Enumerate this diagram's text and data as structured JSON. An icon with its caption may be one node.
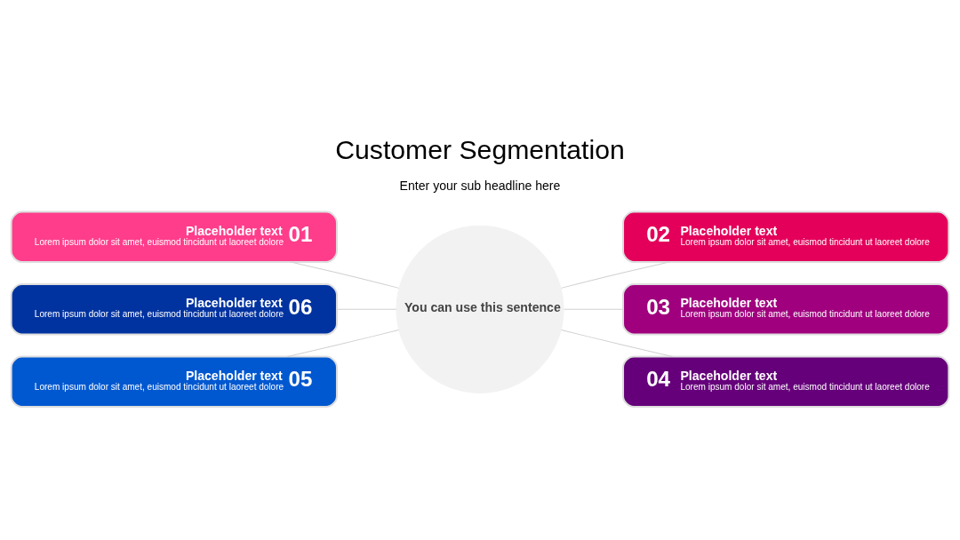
{
  "diagram": {
    "title": "Customer Segmentation",
    "nodes": [
      {
        "text": [
          "Placeholder text",
          "Lorem ipsum dolor sit amet, euismod tincidunt ut laoreet dolore",
          "01"
        ]
      },
      {
        "text": [
          "Placeholder text",
          "Lorem ipsum dolor sit amet, euismod tincidunt ut laoreet dolore",
          "02"
        ]
      },
      {
        "text": [
          "Placeholder text",
          "Lorem ipsum dolor sit amet, euismod tincidunt ut laoreet dolore",
          "06"
        ]
      },
      {
        "text": [
          "You can use this sentence"
        ]
      },
      {
        "text": [
          "Placeholder text",
          "Lorem ipsum dolor sit amet, euismod tincidunt ut laoreet dolore",
          "03"
        ]
      },
      {
        "text": [
          "Placeholder text",
          "Lorem ipsum dolor sit amet, euismod tincidunt ut laoreet dolore",
          "05"
        ]
      },
      {
        "text": [
          "Placeholder text",
          "Lorem ipsum dolor sit amet, euismod tincidunt ut laoreet dolore",
          "04"
        ]
      }
    ],
    "edges": [
      {
        "from": 0,
        "to": 3,
        "arrow": "none"
      },
      {
        "from": 3,
        "to": 1,
        "arrow": "none"
      },
      {
        "from": 2,
        "to": 3,
        "arrow": "none"
      },
      {
        "from": 3,
        "to": 4,
        "arrow": "none"
      },
      {
        "from": 5,
        "to": 3,
        "arrow": "none"
      },
      {
        "from": 3,
        "to": 6,
        "arrow": "none"
      }
    ],
    "labels": [
      "Enter your sub headline here"
    ]
  }
}
